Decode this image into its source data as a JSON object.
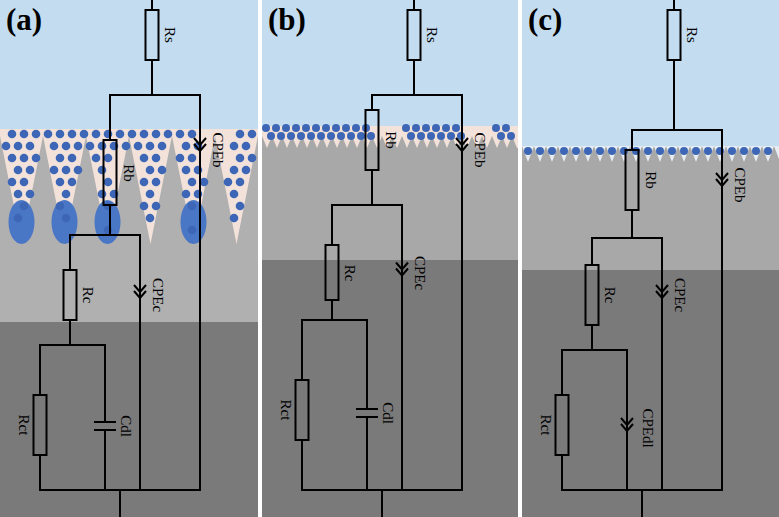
{
  "diagram": {
    "labels": [
      "(a)",
      "Rs",
      "Rb",
      "CPEb",
      "Rc",
      "CPEc",
      "Rct",
      "Cdl",
      "(b)",
      "Rs",
      "Rb",
      "CPEb",
      "Rc",
      "CPEc",
      "Rct",
      "Cdl",
      "(c)",
      "Rs",
      "Rb",
      "CPEb",
      "Rc",
      "CPEc",
      "Rct",
      "CPEdl"
    ]
  }
}
